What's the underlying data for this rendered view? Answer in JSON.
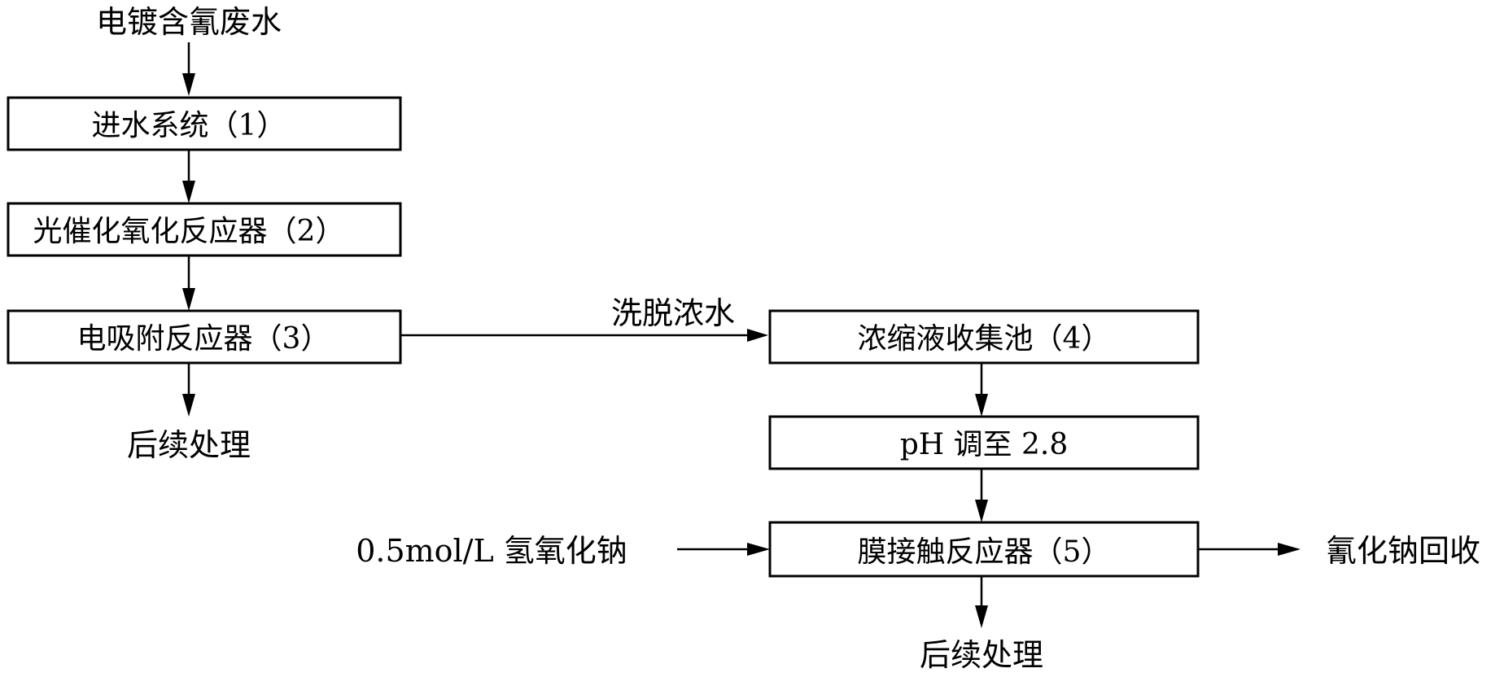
{
  "input_label": "电镀含氰废水",
  "boxes": {
    "inlet": "进水系统（1）",
    "photocat": "光催化氧化反应器（2）",
    "electro": "电吸附反应器（3）",
    "concentrate": "浓缩液收集池（4）",
    "ph": "pH 调至 2.8",
    "membrane": "膜接触反应器（5）"
  },
  "labels": {
    "post_treatment_left": "后续处理",
    "post_treatment_right": "后续处理",
    "eluate": "洗脱浓水",
    "naoh": "0.5mol/L 氢氧化钠",
    "recovery": "氰化钠回收"
  }
}
